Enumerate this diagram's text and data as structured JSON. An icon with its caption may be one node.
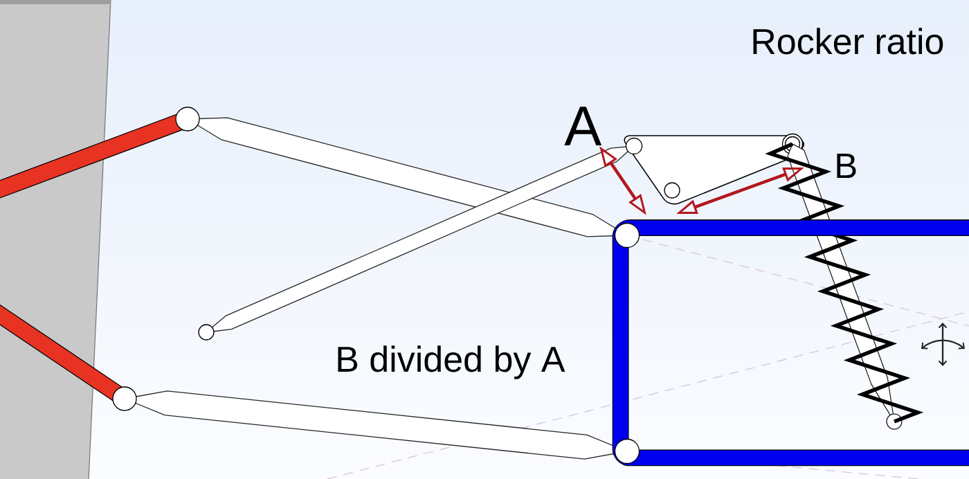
{
  "diagram": {
    "title": "Rocker ratio",
    "labels": [
      "A",
      "B",
      "B divided by A"
    ]
  }
}
